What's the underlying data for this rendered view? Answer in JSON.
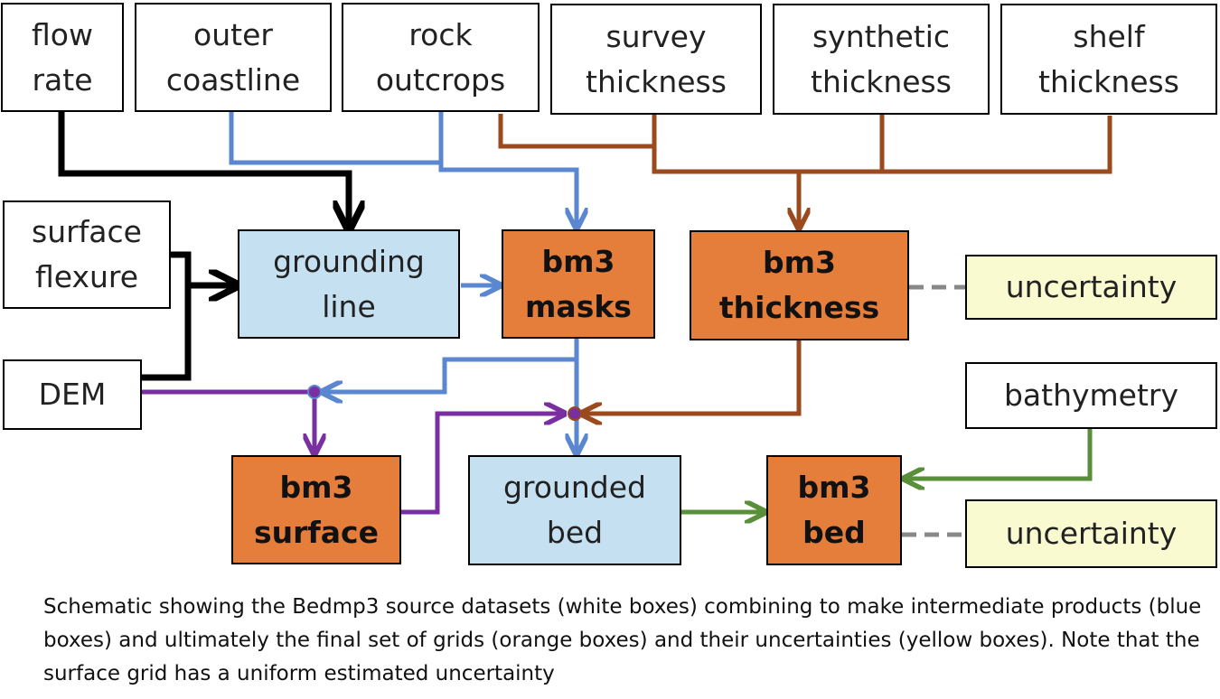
{
  "nodes": {
    "flow_rate": "flow\nrate",
    "outer_coastline": "outer\ncoastline",
    "rock_outcrops": "rock\noutcrops",
    "survey_thickness": "survey\nthickness",
    "synthetic_thickness": "synthetic\nthickness",
    "shelf_thickness": "shelf\nthickness",
    "surface_flexure": "surface\nflexure",
    "dem": "DEM",
    "grounding_line": "grounding\nline",
    "bm3_masks": "bm3\nmasks",
    "bm3_thickness": "bm3\nthickness",
    "uncertainty_thickness": "uncertainty",
    "bathymetry": "bathymetry",
    "bm3_surface": "bm3\nsurface",
    "grounded_bed": "grounded\nbed",
    "bm3_bed": "bm3\nbed",
    "uncertainty_bed": "uncertainty"
  },
  "colors": {
    "source_box": "#ffffff",
    "intermediate_box": "#c5e0f0",
    "final_box": "#e57e3a",
    "uncertainty_box": "#fafad0",
    "black_arrow": "#000000",
    "blue_arrow": "#5b86d0",
    "brown_arrow": "#9a4a1d",
    "purple_arrow": "#7a2fa0",
    "green_arrow": "#5a8f3a",
    "dashed_link": "#888888"
  },
  "caption": "Schematic showing the Bedmp3 source datasets (white boxes) combining to make intermediate products (blue boxes) and ultimately the final set of grids (orange boxes) and their uncertainties (yellow boxes). Note that the surface grid has a uniform estimated uncertainty"
}
